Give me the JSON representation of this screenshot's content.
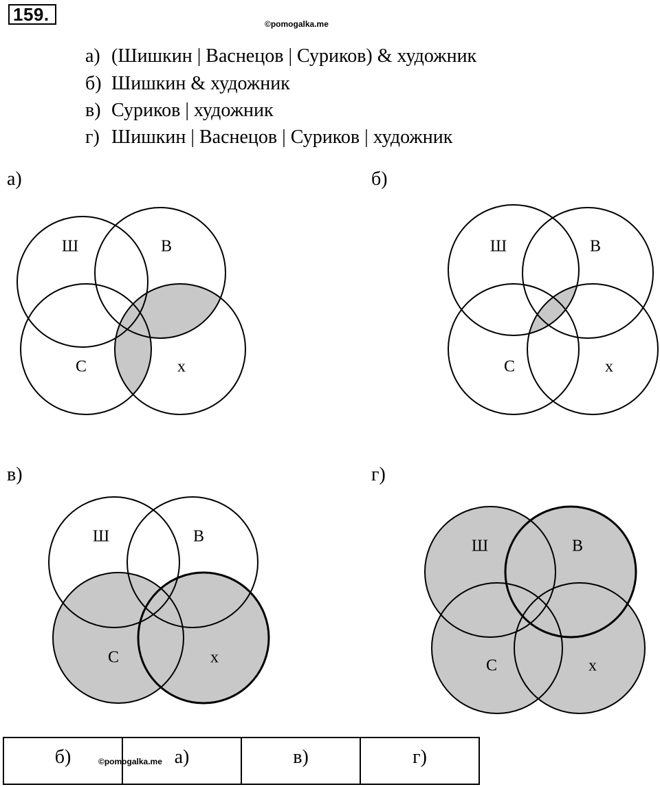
{
  "problem_number": "159.",
  "watermark": "©pomogalka.me",
  "tasks": [
    {
      "letter": "а)",
      "text": "(Шишкин | Васнецов | Суриков) & художник"
    },
    {
      "letter": "б)",
      "text": "Шишкин & художник"
    },
    {
      "letter": "в)",
      "text": "Суриков | художник"
    },
    {
      "letter": "г)",
      "text": "Шишкин | Васнецов | Суриков | художник"
    }
  ],
  "diagrams": [
    {
      "label": "а)",
      "circle_labels": [
        "Ш",
        "В",
        "С",
        "х"
      ],
      "shaded": "(Ш ∪ В ∪ С) ∩ х"
    },
    {
      "label": "б)",
      "circle_labels": [
        "Ш",
        "В",
        "С",
        "х"
      ],
      "shaded": "Ш ∩ х"
    },
    {
      "label": "в)",
      "circle_labels": [
        "Ш",
        "В",
        "С",
        "х"
      ],
      "shaded": "С ∪ х"
    },
    {
      "label": "г)",
      "circle_labels": [
        "Ш",
        "В",
        "С",
        "х"
      ],
      "shaded": "Ш ∪ В ∪ С ∪ х"
    }
  ],
  "shade_color": "#c8c8c8",
  "answer_row": [
    "б)",
    "а)",
    "в)",
    "г)"
  ]
}
